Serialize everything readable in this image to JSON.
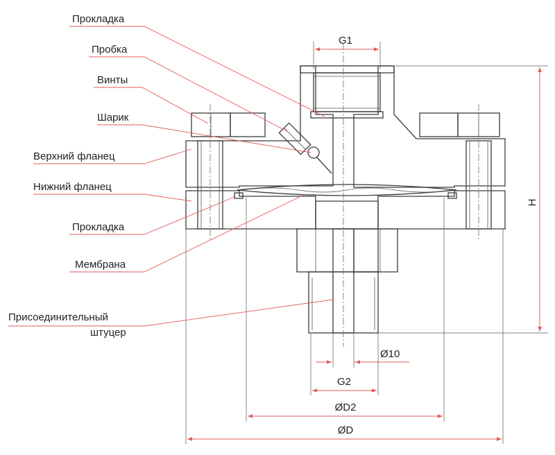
{
  "labels": {
    "gasket_top": "Прокладка",
    "plug": "Пробка",
    "screws": "Винты",
    "ball": "Шарик",
    "upper_flange": "Верхний фланец",
    "lower_flange": "Нижний фланец",
    "gasket_bottom": "Прокладка",
    "membrane": "Мембрана",
    "fitting_line1": "Присоединительный",
    "fitting_line2": "штуцер"
  },
  "dimensions": {
    "g1": "G1",
    "g2": "G2",
    "d10": "Ø10",
    "d2": "ØD2",
    "d": "ØD",
    "h": "H"
  },
  "colors": {
    "leader": "#e05a5a",
    "outline": "#3a3a3a",
    "text": "#222222"
  }
}
